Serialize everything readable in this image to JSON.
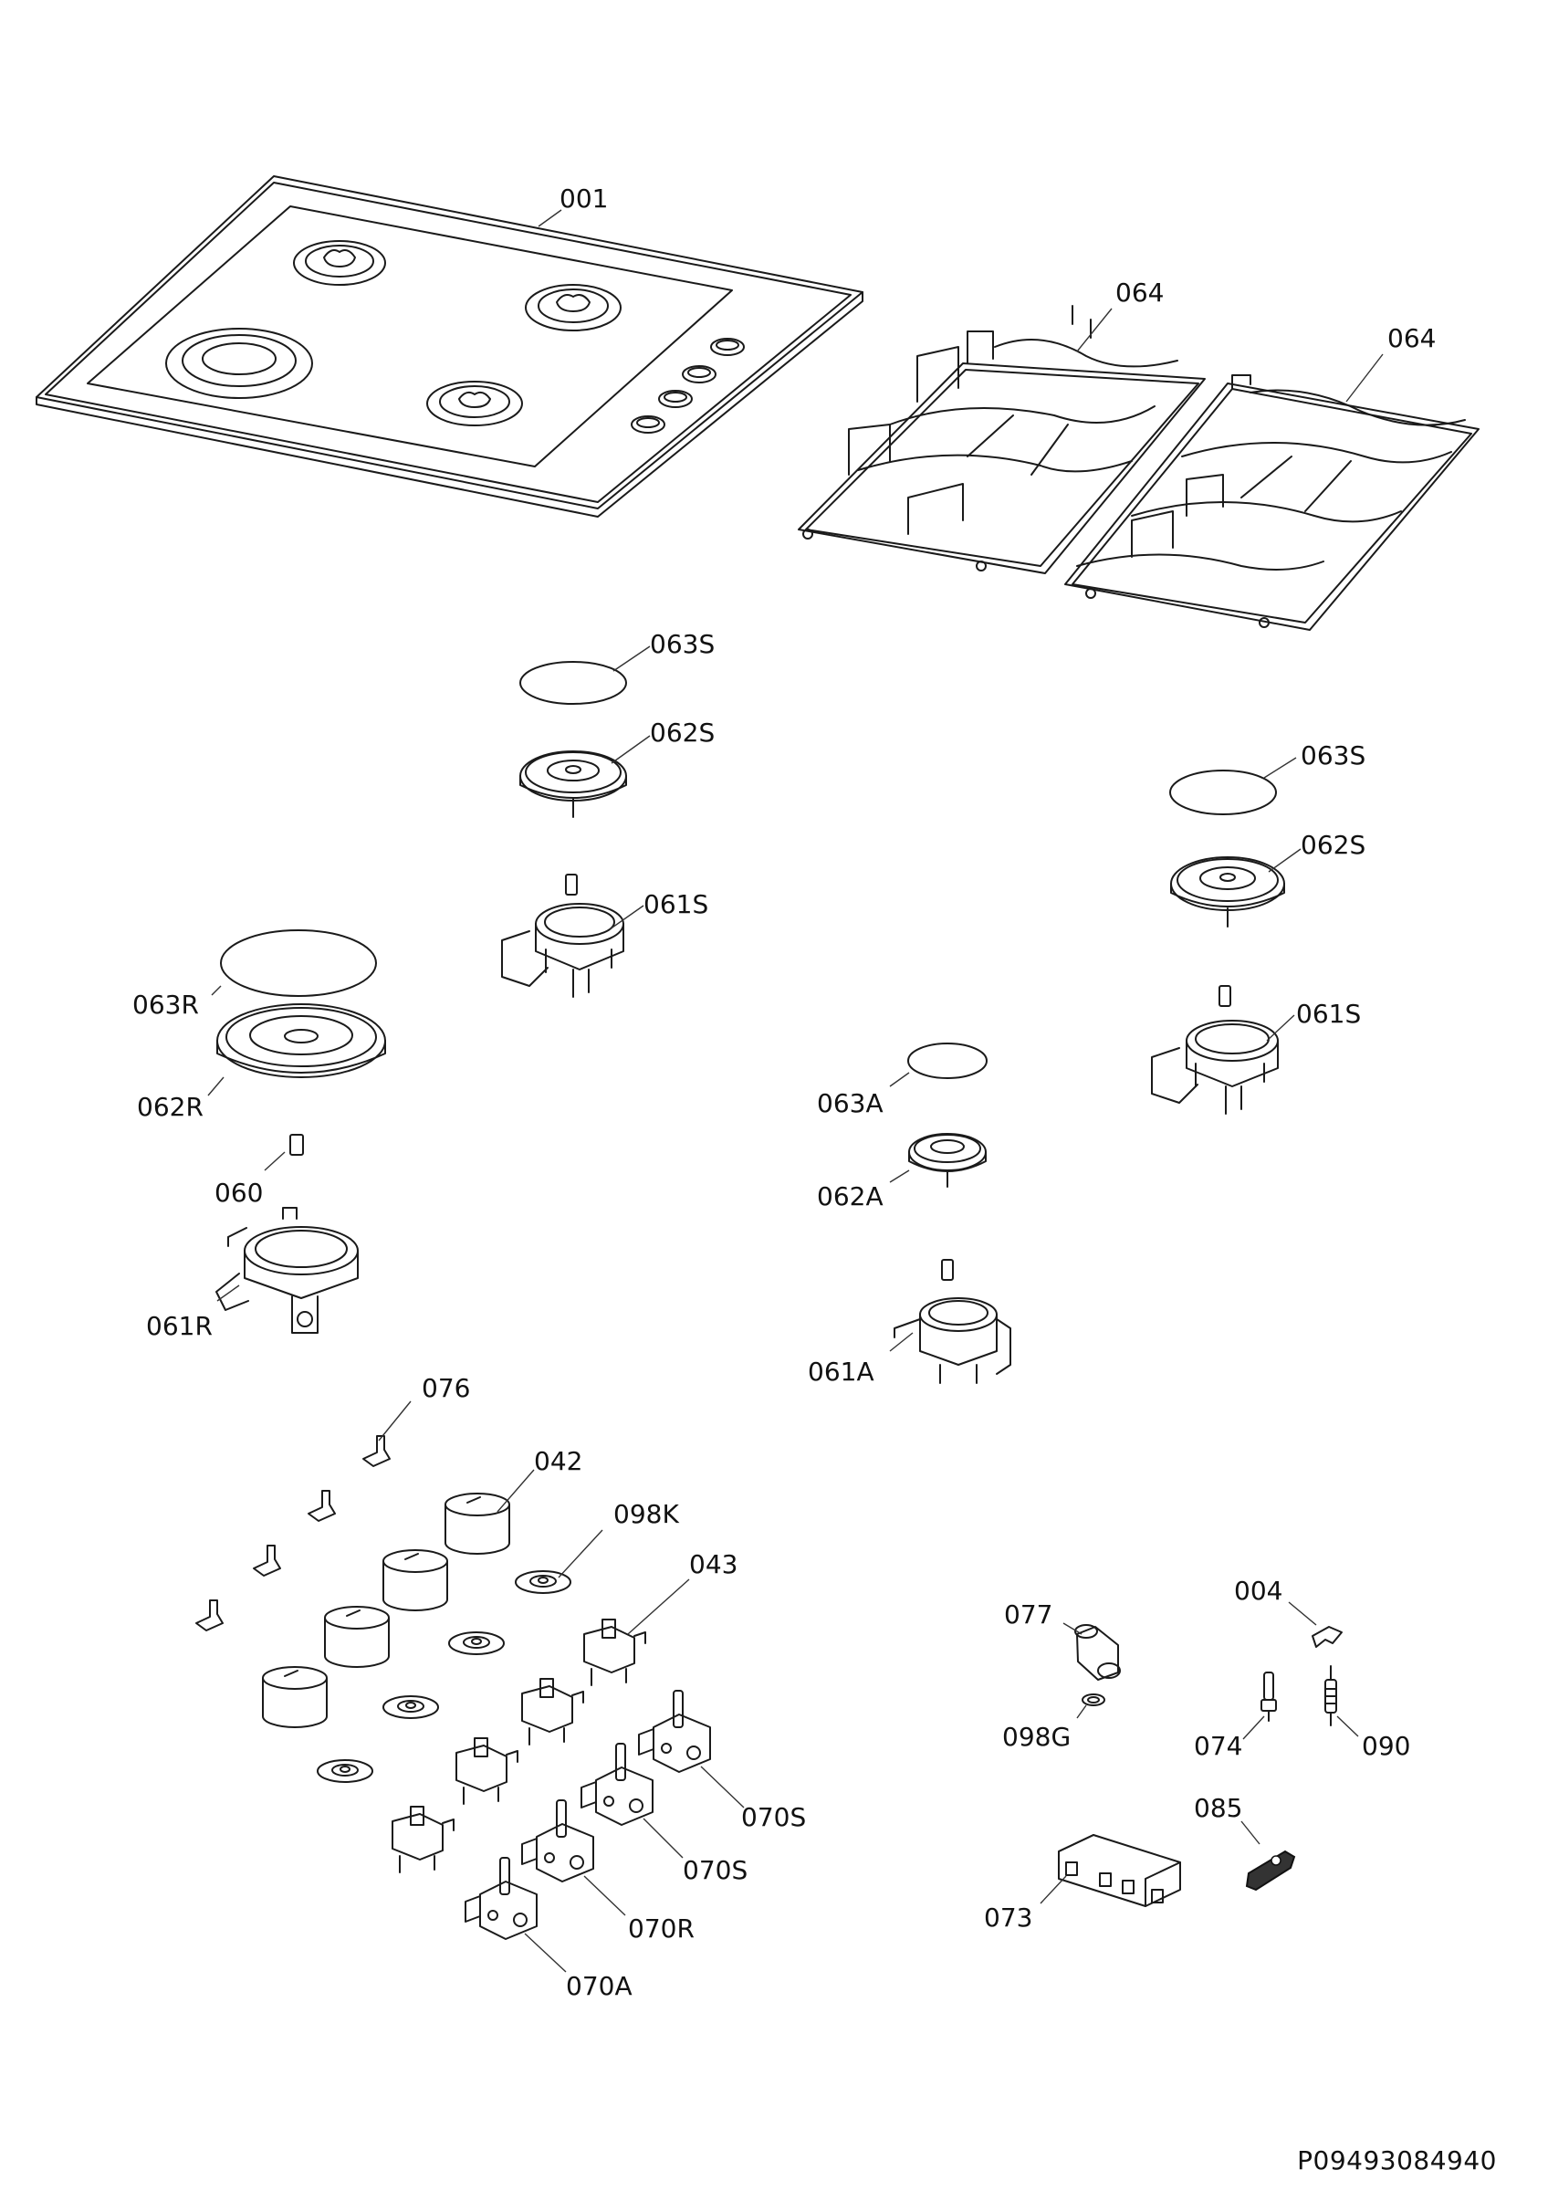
{
  "document_number": "P09493084940",
  "callouts": [
    {
      "id": "001"
    },
    {
      "id": "064a",
      "label": "064"
    },
    {
      "id": "064b",
      "label": "064"
    },
    {
      "id": "063S-1",
      "label": "063S"
    },
    {
      "id": "062S-1",
      "label": "062S"
    },
    {
      "id": "061S-1",
      "label": "061S"
    },
    {
      "id": "063S-2",
      "label": "063S"
    },
    {
      "id": "062S-2",
      "label": "062S"
    },
    {
      "id": "061S-2",
      "label": "061S"
    },
    {
      "id": "063R",
      "label": "063R"
    },
    {
      "id": "062R",
      "label": "062R"
    },
    {
      "id": "060",
      "label": "060"
    },
    {
      "id": "061R",
      "label": "061R"
    },
    {
      "id": "063A",
      "label": "063A"
    },
    {
      "id": "062A",
      "label": "062A"
    },
    {
      "id": "061A",
      "label": "061A"
    },
    {
      "id": "076",
      "label": "076"
    },
    {
      "id": "042",
      "label": "042"
    },
    {
      "id": "098K",
      "label": "098K"
    },
    {
      "id": "043",
      "label": "043"
    },
    {
      "id": "070S-1",
      "label": "070S"
    },
    {
      "id": "070S-2",
      "label": "070S"
    },
    {
      "id": "070R",
      "label": "070R"
    },
    {
      "id": "070A",
      "label": "070A"
    },
    {
      "id": "077",
      "label": "077"
    },
    {
      "id": "098G",
      "label": "098G"
    },
    {
      "id": "004",
      "label": "004"
    },
    {
      "id": "074",
      "label": "074"
    },
    {
      "id": "090",
      "label": "090"
    },
    {
      "id": "085",
      "label": "085"
    },
    {
      "id": "073",
      "label": "073"
    }
  ],
  "labels": {
    "l001": "001",
    "l064a": "064",
    "l064b": "064",
    "l063S1": "063S",
    "l062S1": "062S",
    "l061S1": "061S",
    "l063S2": "063S",
    "l062S2": "062S",
    "l061S2": "061S",
    "l063R": "063R",
    "l062R": "062R",
    "l060": "060",
    "l061R": "061R",
    "l063A": "063A",
    "l062A": "062A",
    "l061A": "061A",
    "l076": "076",
    "l042": "042",
    "l098K": "098K",
    "l043": "043",
    "l070S1": "070S",
    "l070S2": "070S",
    "l070R": "070R",
    "l070A": "070A",
    "l077": "077",
    "l098G": "098G",
    "l004": "004",
    "l074": "074",
    "l090": "090",
    "l085": "085",
    "l073": "073"
  }
}
